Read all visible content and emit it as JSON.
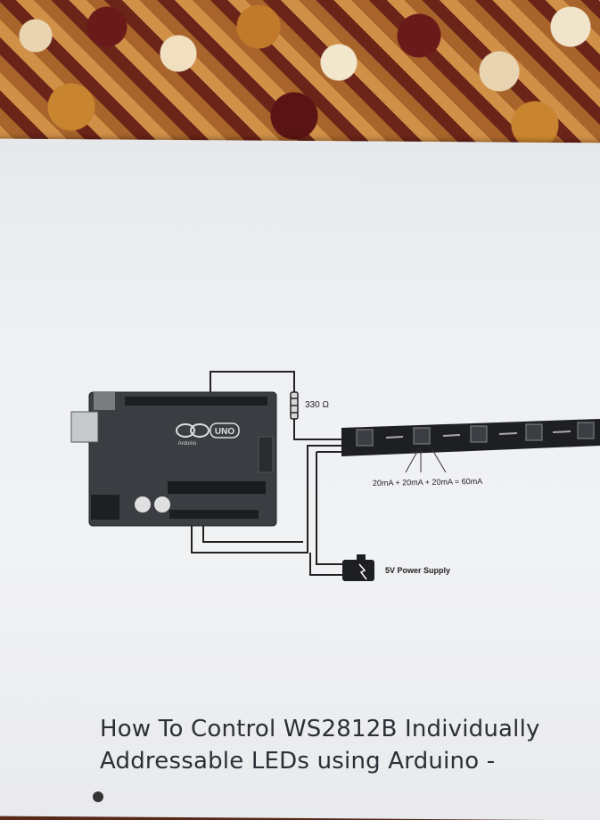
{
  "diagram": {
    "board_logo": "UNO",
    "board_brand": "Arduino",
    "resistor_label": "330 Ω",
    "current_label": "20mA + 20mA + 20mA = 60mA",
    "power_label": "5V Power Supply"
  },
  "heading": {
    "line1": "How To Control WS2812B Individually",
    "line2": "Addressable LEDs using Arduino -"
  }
}
